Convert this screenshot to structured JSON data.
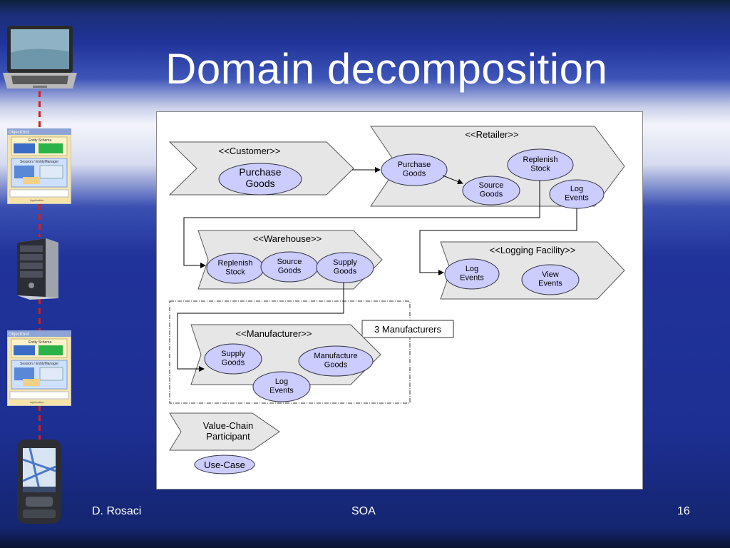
{
  "slide": {
    "title": "Domain decomposition",
    "footer": {
      "author": "D. Rosaci",
      "center": "SOA",
      "page": "16"
    }
  },
  "left_icons": [
    "laptop-icon",
    "objectgrid-diagram-icon",
    "server-tower-icon",
    "objectgrid-diagram-icon",
    "mobile-phone-icon"
  ],
  "left_icon_labels": {
    "grid_title": "ObjectGrid",
    "entity_schema": "Entity Schema",
    "session": "Session / EntityManager",
    "application": "Application"
  },
  "diagram": {
    "customer": {
      "label": "<<Customer>>",
      "usecases": [
        "Purchase\nGoods"
      ]
    },
    "retailer": {
      "label": "<<Retailer>>",
      "usecases": [
        "Purchase\nGoods",
        "Source\nGoods",
        "Replenish\nStock",
        "Log\nEvents"
      ]
    },
    "warehouse": {
      "label": "<<Warehouse>>",
      "usecases": [
        "Replenish\nStock",
        "Source\nGoods",
        "Supply\nGoods"
      ]
    },
    "logging": {
      "label": "<<Logging Facility>>",
      "usecases": [
        "Log\nEvents",
        "View\nEvents"
      ]
    },
    "manufacturer": {
      "label": "<<Manufacturer>>",
      "usecases": [
        "Supply\nGoods",
        "Manufacture\nGoods",
        "Log\nEvents"
      ]
    },
    "note": "3 Manufacturers",
    "legend": {
      "participant": "Value-Chain\nParticipant",
      "usecase": "Use-Case"
    }
  },
  "colors": {
    "usecase_fill": "#ccccff",
    "participant_fill": "#e6e6e6",
    "title_text": "#ffffff",
    "connector_dash": "#d12020"
  }
}
